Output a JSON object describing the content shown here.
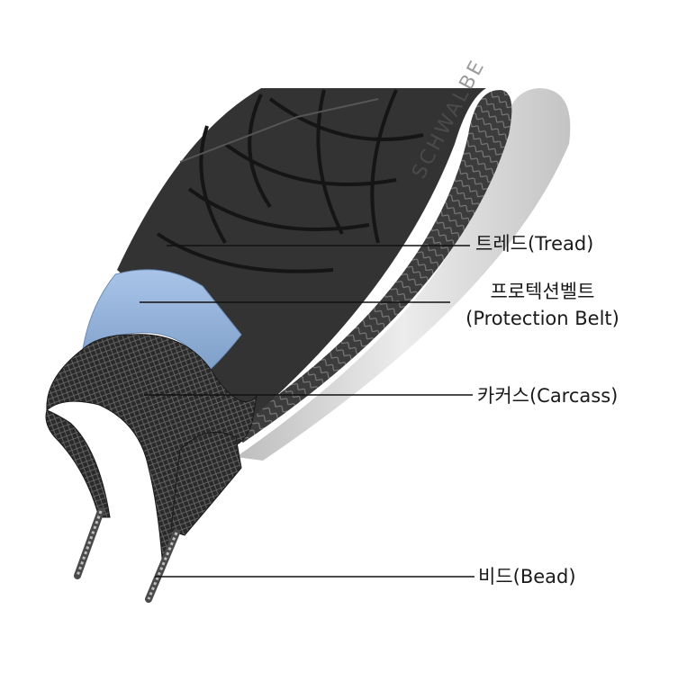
{
  "labels": {
    "tread": "트레드(Tread)",
    "protection_ko": "프로텍션벨트",
    "protection_en": "(Protection Belt)",
    "carcass": "카커스(Carcass)",
    "bead": "비드(Bead)"
  },
  "sidewall_brand": "SCHWALBE",
  "colors": {
    "tread": "#3a3a3a",
    "tread_dark": "#1e1e1e",
    "sidewall": "#d9d9d9",
    "belt": "#8fb1db",
    "carcass": "#2b2b2b",
    "leader_line": "#111111"
  }
}
